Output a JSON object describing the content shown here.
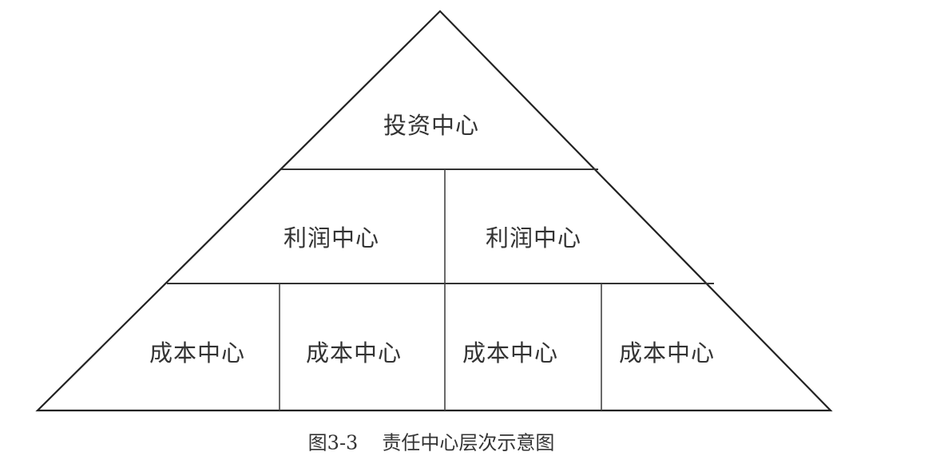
{
  "diagram": {
    "type": "pyramid",
    "levels": [
      {
        "name": "top",
        "cells": [
          "投资中心"
        ]
      },
      {
        "name": "middle",
        "cells": [
          "利润中心",
          "利润中心"
        ]
      },
      {
        "name": "bottom",
        "cells": [
          "成本中心",
          "成本中心",
          "成本中心",
          "成本中心"
        ]
      }
    ],
    "caption": {
      "number": "图3-3",
      "title": "责任中心层次示意图"
    },
    "line_color": "#222222",
    "text_color": "#333333"
  }
}
